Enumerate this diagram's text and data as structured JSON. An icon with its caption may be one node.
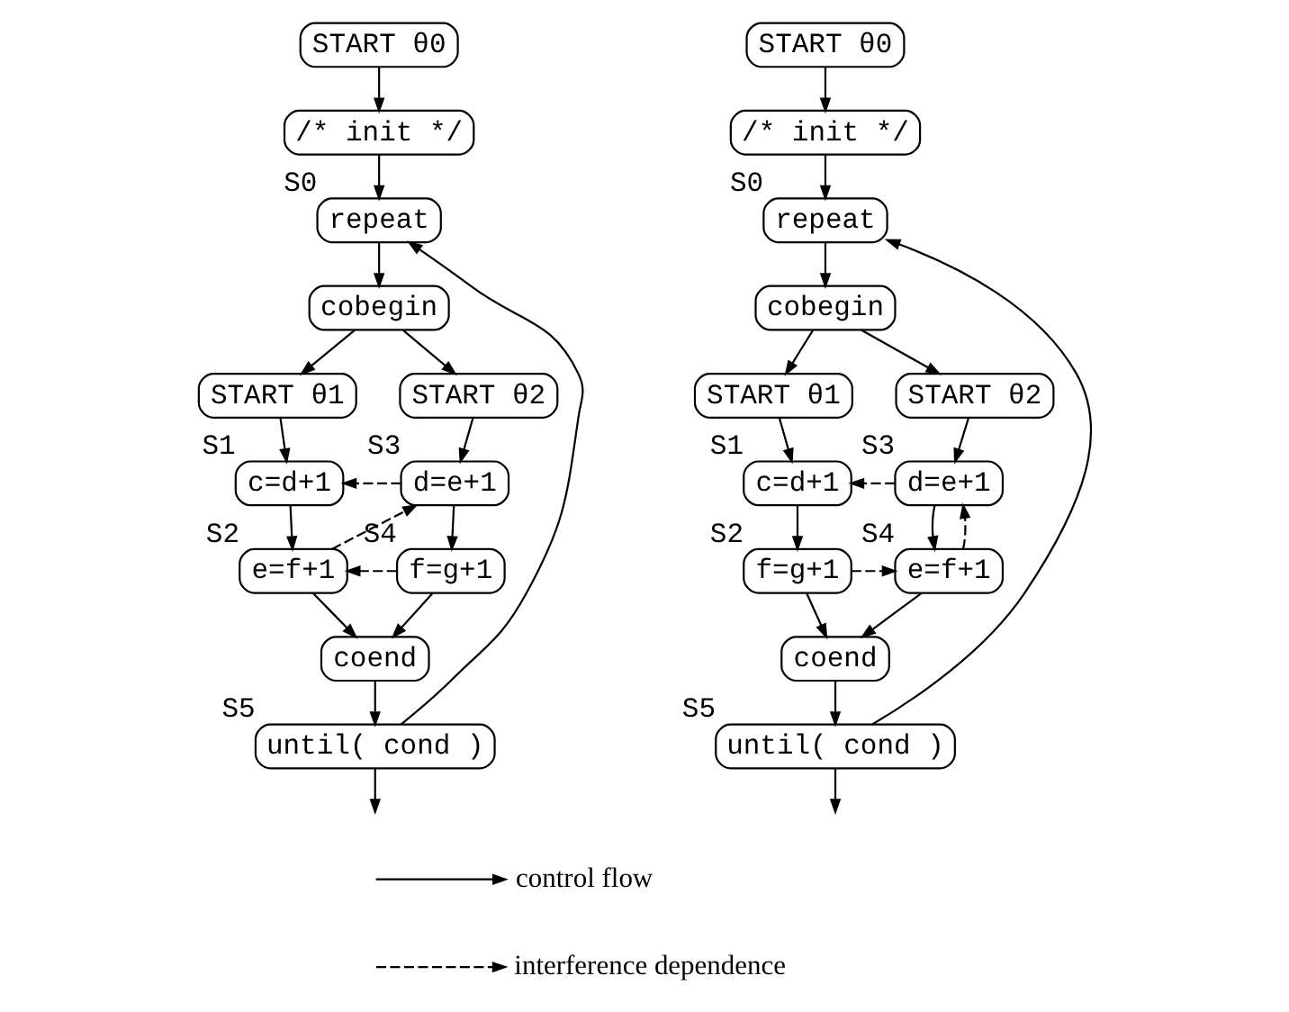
{
  "diagram": {
    "nodes": [
      {
        "text": [
          "START θ0"
        ]
      },
      {
        "text": [
          "/* init */"
        ]
      },
      {
        "text": [
          "repeat"
        ],
        "beside": [
          "S0"
        ]
      },
      {
        "text": [
          "cobegin"
        ]
      },
      {
        "text": [
          "START θ1"
        ]
      },
      {
        "text": [
          "START θ2"
        ]
      },
      {
        "text": [
          "c=d+1"
        ],
        "beside": [
          "S1"
        ]
      },
      {
        "text": [
          "d=e+1"
        ],
        "beside": [
          "S3"
        ]
      },
      {
        "text": [
          "e=f+1"
        ],
        "beside": [
          "S2"
        ]
      },
      {
        "text": [
          "f=g+1"
        ],
        "beside": [
          "S4"
        ]
      },
      {
        "text": [
          "coend"
        ]
      },
      {
        "text": [
          "until( cond )"
        ],
        "beside": [
          "S5"
        ]
      },
      {
        "text": [
          "START θ0"
        ]
      },
      {
        "text": [
          "/* init */"
        ]
      },
      {
        "text": [
          "repeat"
        ],
        "beside": [
          "S0"
        ]
      },
      {
        "text": [
          "cobegin"
        ]
      },
      {
        "text": [
          "START θ1"
        ]
      },
      {
        "text": [
          "START θ2"
        ]
      },
      {
        "text": [
          "c=d+1"
        ],
        "beside": [
          "S1"
        ]
      },
      {
        "text": [
          "d=e+1"
        ],
        "beside": [
          "S3"
        ]
      },
      {
        "text": [
          "f=g+1"
        ],
        "beside": [
          "S2"
        ]
      },
      {
        "text": [
          "e=f+1"
        ],
        "beside": [
          "S4"
        ]
      },
      {
        "text": [
          "coend"
        ]
      },
      {
        "text": [
          "until( cond )"
        ],
        "beside": [
          "S5"
        ]
      }
    ],
    "edges": [
      {
        "from": 0,
        "to": 1,
        "arrow": "to"
      },
      {
        "from": 1,
        "to": 2,
        "arrow": "to"
      },
      {
        "from": 2,
        "to": 3,
        "arrow": "to"
      },
      {
        "from": 3,
        "to": 4,
        "arrow": "to"
      },
      {
        "from": 3,
        "to": 5,
        "arrow": "to"
      },
      {
        "from": 4,
        "to": 6,
        "arrow": "to"
      },
      {
        "from": 5,
        "to": 7,
        "arrow": "to"
      },
      {
        "from": 6,
        "to": 8,
        "arrow": "to"
      },
      {
        "from": 7,
        "to": 9,
        "arrow": "to"
      },
      {
        "from": 8,
        "to": 10,
        "arrow": "to"
      },
      {
        "from": 9,
        "to": 10,
        "arrow": "to"
      },
      {
        "from": 10,
        "to": 11,
        "arrow": "to"
      },
      {
        "from": 11,
        "to": 2,
        "arrow": "to"
      },
      {
        "from": 11,
        "to": null,
        "arrow": "to"
      },
      {
        "from": 7,
        "to": 6,
        "arrow": "to",
        "style": "dashed"
      },
      {
        "from": 8,
        "to": 7,
        "arrow": "to",
        "style": "dashed"
      },
      {
        "from": 9,
        "to": 8,
        "arrow": "to",
        "style": "dashed"
      },
      {
        "from": 12,
        "to": 13,
        "arrow": "to"
      },
      {
        "from": 13,
        "to": 14,
        "arrow": "to"
      },
      {
        "from": 14,
        "to": 15,
        "arrow": "to"
      },
      {
        "from": 15,
        "to": 16,
        "arrow": "to"
      },
      {
        "from": 15,
        "to": 17,
        "arrow": "to"
      },
      {
        "from": 16,
        "to": 18,
        "arrow": "to"
      },
      {
        "from": 17,
        "to": 19,
        "arrow": "to"
      },
      {
        "from": 18,
        "to": 20,
        "arrow": "to"
      },
      {
        "from": 19,
        "to": 21,
        "arrow": "to"
      },
      {
        "from": 20,
        "to": 22,
        "arrow": "to"
      },
      {
        "from": 21,
        "to": 22,
        "arrow": "to"
      },
      {
        "from": 22,
        "to": 23,
        "arrow": "to"
      },
      {
        "from": 23,
        "to": 14,
        "arrow": "to"
      },
      {
        "from": 23,
        "to": null,
        "arrow": "to"
      },
      {
        "from": 19,
        "to": 18,
        "arrow": "to",
        "style": "dashed"
      },
      {
        "from": 20,
        "to": 21,
        "arrow": "to",
        "style": "dashed"
      },
      {
        "from": 21,
        "to": 19,
        "arrow": "to",
        "style": "dashed"
      }
    ],
    "legend": [
      {
        "text": "control flow"
      },
      {
        "text": "interference dependence"
      }
    ]
  }
}
